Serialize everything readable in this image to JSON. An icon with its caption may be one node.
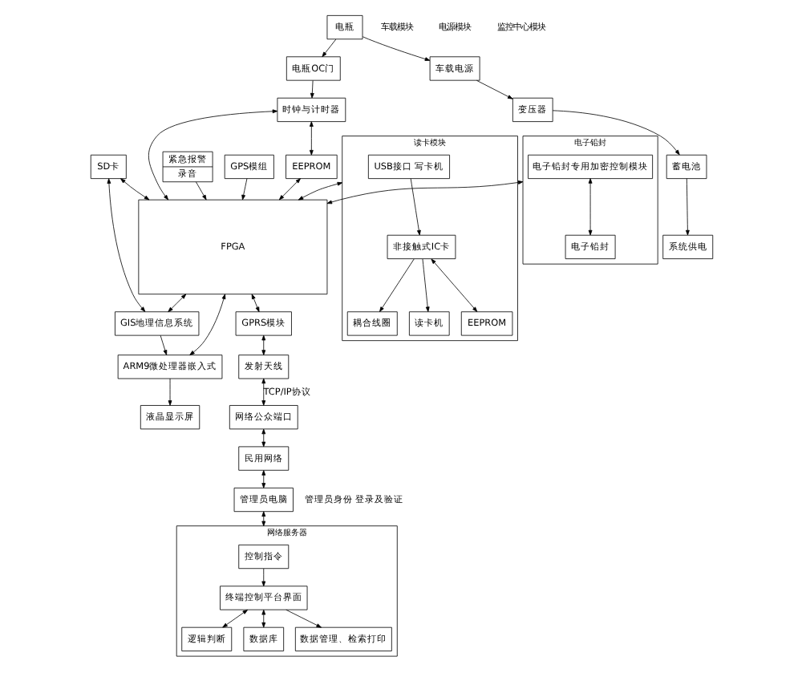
{
  "diagram": {
    "nodes": [
      {
        "text": [
          "GPS模组"
        ]
      },
      {
        "text": [
          "SD卡"
        ]
      },
      {
        "text": [
          "GIS地理信息系统"
        ]
      },
      {
        "text": [
          "时钟与计时器"
        ]
      },
      {
        "text": [
          "EEPROM"
        ]
      },
      {
        "text": [
          "FPGA"
        ]
      },
      {
        "text": [
          "ARM9微处理器嵌入式"
        ]
      },
      {
        "text": [
          "液晶显示屏"
        ]
      },
      {
        "text": [
          "读卡模块"
        ]
      },
      {
        "text": [
          "USB接口 写卡机"
        ],
        "in": 8
      },
      {
        "text": [
          "读卡机"
        ],
        "in": 8
      },
      {
        "text": [
          "非接触式IC卡"
        ],
        "in": 8
      },
      {
        "text": [
          "EEPROM"
        ],
        "in": 8
      },
      {
        "text": [
          "耦合线圈"
        ],
        "in": 8
      },
      {
        "text": [
          "电子铅封"
        ]
      },
      {
        "text": [
          "电子铅封专用加密控制模块"
        ],
        "in": 14
      },
      {
        "text": [
          "电子铅封"
        ],
        "in": 14
      },
      {
        "text": [
          "紧急报警",
          "录音"
        ]
      },
      {
        "text": [
          "GPRS模块"
        ]
      },
      {
        "text": [
          "发射天线"
        ]
      },
      {
        "text": [
          "网络公众端口"
        ]
      },
      {
        "text": [
          "民用网络"
        ]
      },
      {
        "text": [
          "管理员电脑"
        ],
        "beside": [
          "管理员身份 登录及验证"
        ]
      },
      {
        "text": [
          "网络服务器"
        ]
      },
      {
        "text": [
          "控制指令"
        ],
        "in": 23
      },
      {
        "text": [
          "逻辑判断"
        ],
        "in": 23
      },
      {
        "text": [
          "终端控制平台界面"
        ],
        "in": 23
      },
      {
        "text": [
          "数据库"
        ],
        "in": 23
      },
      {
        "text": [
          "数据管理、检索打印"
        ],
        "in": 23
      },
      {
        "text": [
          "系统供电"
        ]
      },
      {
        "text": [
          "蓄电池"
        ]
      },
      {
        "text": [
          "变压器"
        ]
      },
      {
        "text": [
          "车载电源"
        ]
      },
      {
        "text": [
          "电瓶"
        ]
      },
      {
        "text": [
          "电瓶OC门"
        ]
      }
    ],
    "edges": [
      {
        "from": 0,
        "to": 5,
        "arrow": "to"
      },
      {
        "from": 1,
        "to": 5,
        "arrow": "both"
      },
      {
        "from": 1,
        "to": 2,
        "arrow": "both"
      },
      {
        "from": 2,
        "to": 6,
        "arrow": "to"
      },
      {
        "from": 3,
        "to": 5,
        "arrow": "both"
      },
      {
        "from": 3,
        "to": 4,
        "arrow": "both"
      },
      {
        "from": 4,
        "to": 5,
        "arrow": "both"
      },
      {
        "from": 8,
        "to": 5,
        "arrow": "both"
      },
      {
        "from": 5,
        "to": 2,
        "arrow": "both"
      },
      {
        "from": 5,
        "to": 6,
        "arrow": "both"
      },
      {
        "from": 17,
        "to": 5,
        "arrow": "to"
      },
      {
        "from": 14,
        "to": 5,
        "arrow": "both"
      },
      {
        "from": 6,
        "to": 7,
        "arrow": "to"
      },
      {
        "from": 9,
        "to": 11,
        "arrow": "to"
      },
      {
        "from": 11,
        "to": 10,
        "arrow": "to"
      },
      {
        "from": 11,
        "to": 12,
        "arrow": "both"
      },
      {
        "from": 11,
        "to": 13,
        "arrow": "to"
      },
      {
        "from": 15,
        "to": 16,
        "arrow": "both"
      },
      {
        "from": 5,
        "to": 18,
        "arrow": "both"
      },
      {
        "from": 18,
        "to": 19,
        "arrow": "both"
      },
      {
        "from": 19,
        "to": 20,
        "arrow": "both",
        "label": "TCP/IP协议"
      },
      {
        "from": 20,
        "to": 21,
        "arrow": "both"
      },
      {
        "from": 21,
        "to": 22,
        "arrow": "both"
      },
      {
        "from": 22,
        "to": 23,
        "arrow": "both"
      },
      {
        "from": 24,
        "to": 26,
        "arrow": "to"
      },
      {
        "from": 26,
        "to": 25,
        "arrow": "both"
      },
      {
        "from": 26,
        "to": 27,
        "arrow": "both"
      },
      {
        "from": 26,
        "to": 28,
        "arrow": "to"
      },
      {
        "from": 33,
        "to": 34,
        "arrow": "to"
      },
      {
        "from": 33,
        "to": 32,
        "arrow": "to"
      },
      {
        "from": 32,
        "to": 31,
        "arrow": "to"
      },
      {
        "from": 31,
        "to": 30,
        "arrow": "to"
      },
      {
        "from": 30,
        "to": 29,
        "arrow": "to"
      },
      {
        "from": 34,
        "to": 3,
        "arrow": "to"
      }
    ],
    "labels": [
      "车载模块",
      "电源模块",
      "监控中心模块"
    ]
  }
}
